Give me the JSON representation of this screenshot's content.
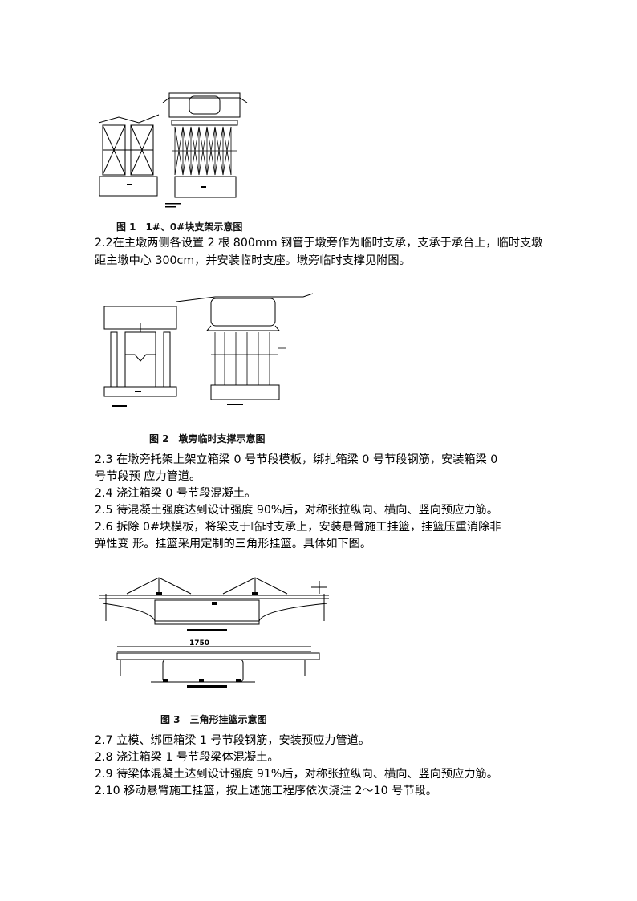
{
  "figure1": {
    "caption": "图 1　1#、0#块支架示意图"
  },
  "para_2_2": "2.2在主墩两侧各设置 2 根 800mm 钢管于墩旁作为临时支承，支承于承台上，临时支墩距主墩中心 300cm，并安装临时支座。墩旁临时支撑见附图。",
  "figure2": {
    "caption": "图 2　墩旁临时支撑示意图"
  },
  "lines_a": [
    "2.3 在墩旁托架上架立箱梁 0 号节段模板，绑扎箱梁 0 号节段钢筋，安装箱梁 0",
    "号节段预 应力管道。",
    "2.4 浇注箱梁 0 号节段混凝土。",
    "2.5 待混凝土强度达到设计强度 90%后，对称张拉纵向、横向、竖向预应力筋。",
    "2.6 拆除 0#块模板，将梁支于临时支承上，安装悬臂施工挂篮，挂篮压重消除非",
    "弹性变 形。挂篮采用定制的三角形挂篮。具体如下图。"
  ],
  "figure3": {
    "dimension": "1750",
    "caption": "图 3　三角形挂篮示意图"
  },
  "lines_b": [
    "2.7 立模、绑匝箱梁 1 号节段钢筋，安装预应力管道。",
    "2.8 浇注箱梁 1 号节段梁体混凝土。",
    "2.9 待梁体混凝土达到设计强度 91%后，对称张拉纵向、横向、竖向预应力筋。",
    "2.10 移动悬臂施工挂篮，按上述施工程序依次浇注 2～10 号节段。"
  ]
}
